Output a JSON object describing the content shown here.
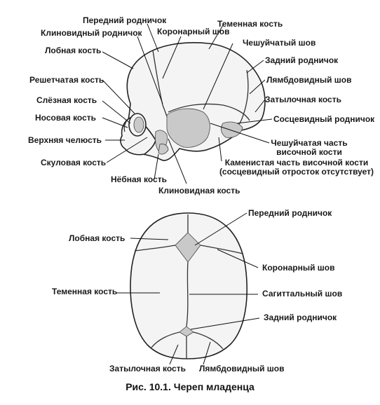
{
  "lateral_view": {
    "labels": {
      "anterior_fontanelle": "Передний родничок",
      "parietal_bone": "Теменная кость",
      "sphenoid_fontanelle": "Клиновидный родничок",
      "coronal_suture": "Коронарный шов",
      "frontal_bone": "Лобная кость",
      "squamous_suture": "Чешуйчатый шов",
      "posterior_fontanelle": "Задний родничок",
      "ethmoid_bone": "Решетчатая кость",
      "lambdoid_suture": "Лямбдовидный шов",
      "lacrimal_bone": "Слёзная кость",
      "occipital_bone": "Затылочная кость",
      "nasal_bone": "Носовая кость",
      "mastoid_fontanelle": "Сосцевидный родничок",
      "maxilla": "Верхняя челюсть",
      "temporal_squamous_line1": "Чешуйчатая часть",
      "temporal_squamous_line2": "височной кости",
      "zygomatic_bone": "Скуловая кость",
      "temporal_petrous_line1": "Каменистая часть височной кости",
      "temporal_petrous_line2": "(сосцевидный отросток отсутствует)",
      "palatine_bone": "Нёбная кость",
      "sphenoid_bone": "Клиновидная кость"
    }
  },
  "top_view": {
    "labels": {
      "anterior_fontanelle": "Передний родничок",
      "frontal_bone": "Лобная кость",
      "coronal_suture": "Коронарный шов",
      "parietal_bone": "Теменная кость",
      "sagittal_suture": "Сагиттальный шов",
      "posterior_fontanelle": "Задний родничок",
      "occipital_bone": "Затылочная кость",
      "lambdoid_suture": "Лямбдовидный шов"
    }
  },
  "caption": "Рис. 10.1. Череп младенца"
}
